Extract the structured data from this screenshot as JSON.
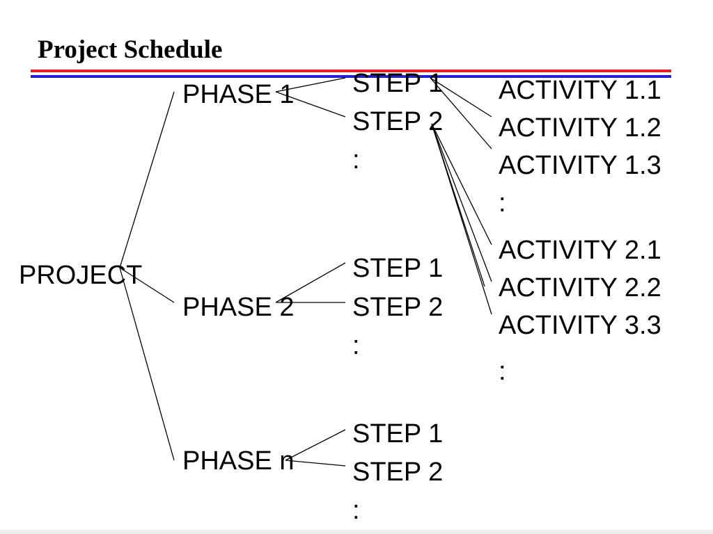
{
  "title": "Project Schedule",
  "colors": {
    "rule_top": "#dd2222",
    "rule_bottom": "#2222cc",
    "text": "#000000",
    "line": "#000000"
  },
  "tree": {
    "root": "PROJECT",
    "phases": [
      {
        "label": "PHASE 1",
        "steps": [
          {
            "label": "STEP 1",
            "activities": [
              "ACTIVITY 1.1",
              "ACTIVITY 1.2",
              "ACTIVITY 1.3"
            ],
            "more_activities": ":"
          },
          {
            "label": "STEP 2",
            "activities": [
              "ACTIVITY 2.1",
              "ACTIVITY 2.2",
              "ACTIVITY 3.3"
            ],
            "more_activities": ":"
          }
        ],
        "more_steps": ":"
      },
      {
        "label": "PHASE 2",
        "steps": [
          {
            "label": "STEP 1"
          },
          {
            "label": "STEP 2"
          }
        ],
        "more_steps": ":"
      },
      {
        "label": "PHASE n",
        "steps": [
          {
            "label": "STEP 1"
          },
          {
            "label": "STEP 2"
          }
        ],
        "more_steps": ":"
      }
    ]
  }
}
